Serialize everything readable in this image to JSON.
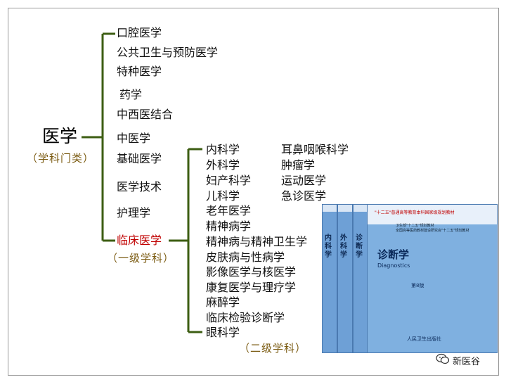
{
  "root": {
    "label": "医学",
    "sublabel": "（学科门类）"
  },
  "level1": [
    "口腔医学",
    "公共卫生与预防医学",
    "特种医学",
    "药学",
    "中西医结合",
    "中医学",
    "基础医学",
    "医学技术",
    "护理学",
    "临床医学"
  ],
  "level1_caption": "（一级学科）",
  "level2_left": [
    "内科学",
    "外科学",
    "妇产科学",
    "儿科学",
    "老年医学",
    "精神病学",
    "精神病与精神卫生学",
    "皮肤病与性病学",
    "影像医学与核医学",
    "康复医学与理疗学",
    "麻醉学",
    "临床检验诊断学",
    "眼科学"
  ],
  "level2_right": [
    "耳鼻咽喉科学",
    "肿瘤学",
    "运动医学",
    "急诊医学"
  ],
  "level2_caption": "（二级学科）",
  "books": {
    "spines": [
      "内科学",
      "外科学",
      "诊断学"
    ],
    "cover_top": "\"十二五\"普通高等教育本科国家级规划教材",
    "cover_line2": "卫生部\"十二五\"规划教材",
    "cover_line3": "全国高等医药教材建设研究会\"十二五\"规划教材",
    "cover_title": "诊断学",
    "cover_subtitle": "Diagnostics",
    "edition": "第8版",
    "publisher": "人民卫生出版社"
  },
  "watermark": "新医谷",
  "colors": {
    "line": "#3d5e13",
    "highlight": "#c00000",
    "caption": "#7a5a10",
    "book": "#7fb0e0"
  }
}
